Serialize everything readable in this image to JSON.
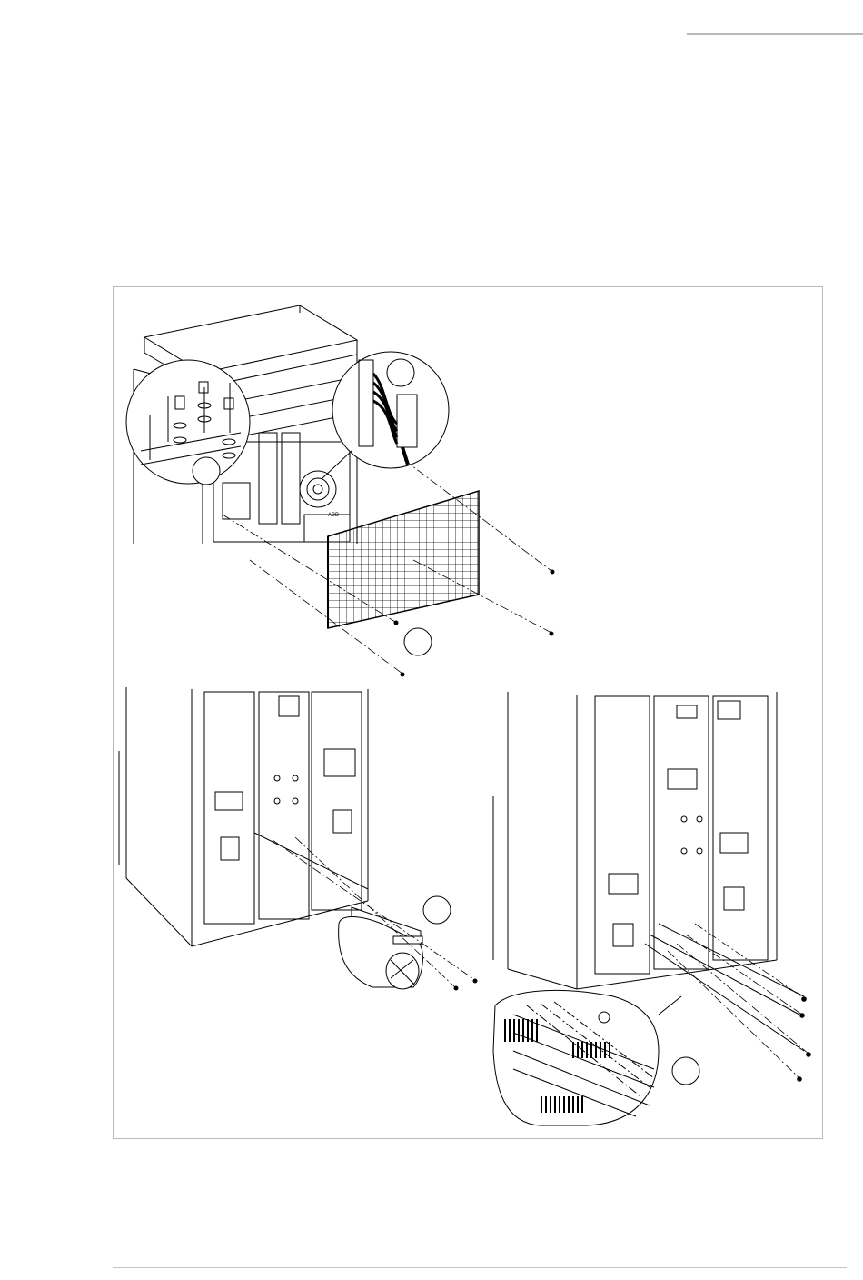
{
  "document": {
    "figure": {
      "panels": [
        {
          "id": "top",
          "subject": "cabinet-top-with-mesh-cover"
        },
        {
          "id": "bottom-left",
          "subject": "cabinet-with-fan-unit"
        },
        {
          "id": "bottom-right",
          "subject": "cabinet-with-busbar-closeup"
        }
      ],
      "callouts": [
        {
          "label": ""
        },
        {
          "label": ""
        },
        {
          "label": ""
        },
        {
          "label": ""
        },
        {
          "label": ""
        }
      ]
    },
    "colors": {
      "line": "#000000",
      "frame": "#b9b9b9",
      "rule": "#c4c4c4"
    }
  }
}
